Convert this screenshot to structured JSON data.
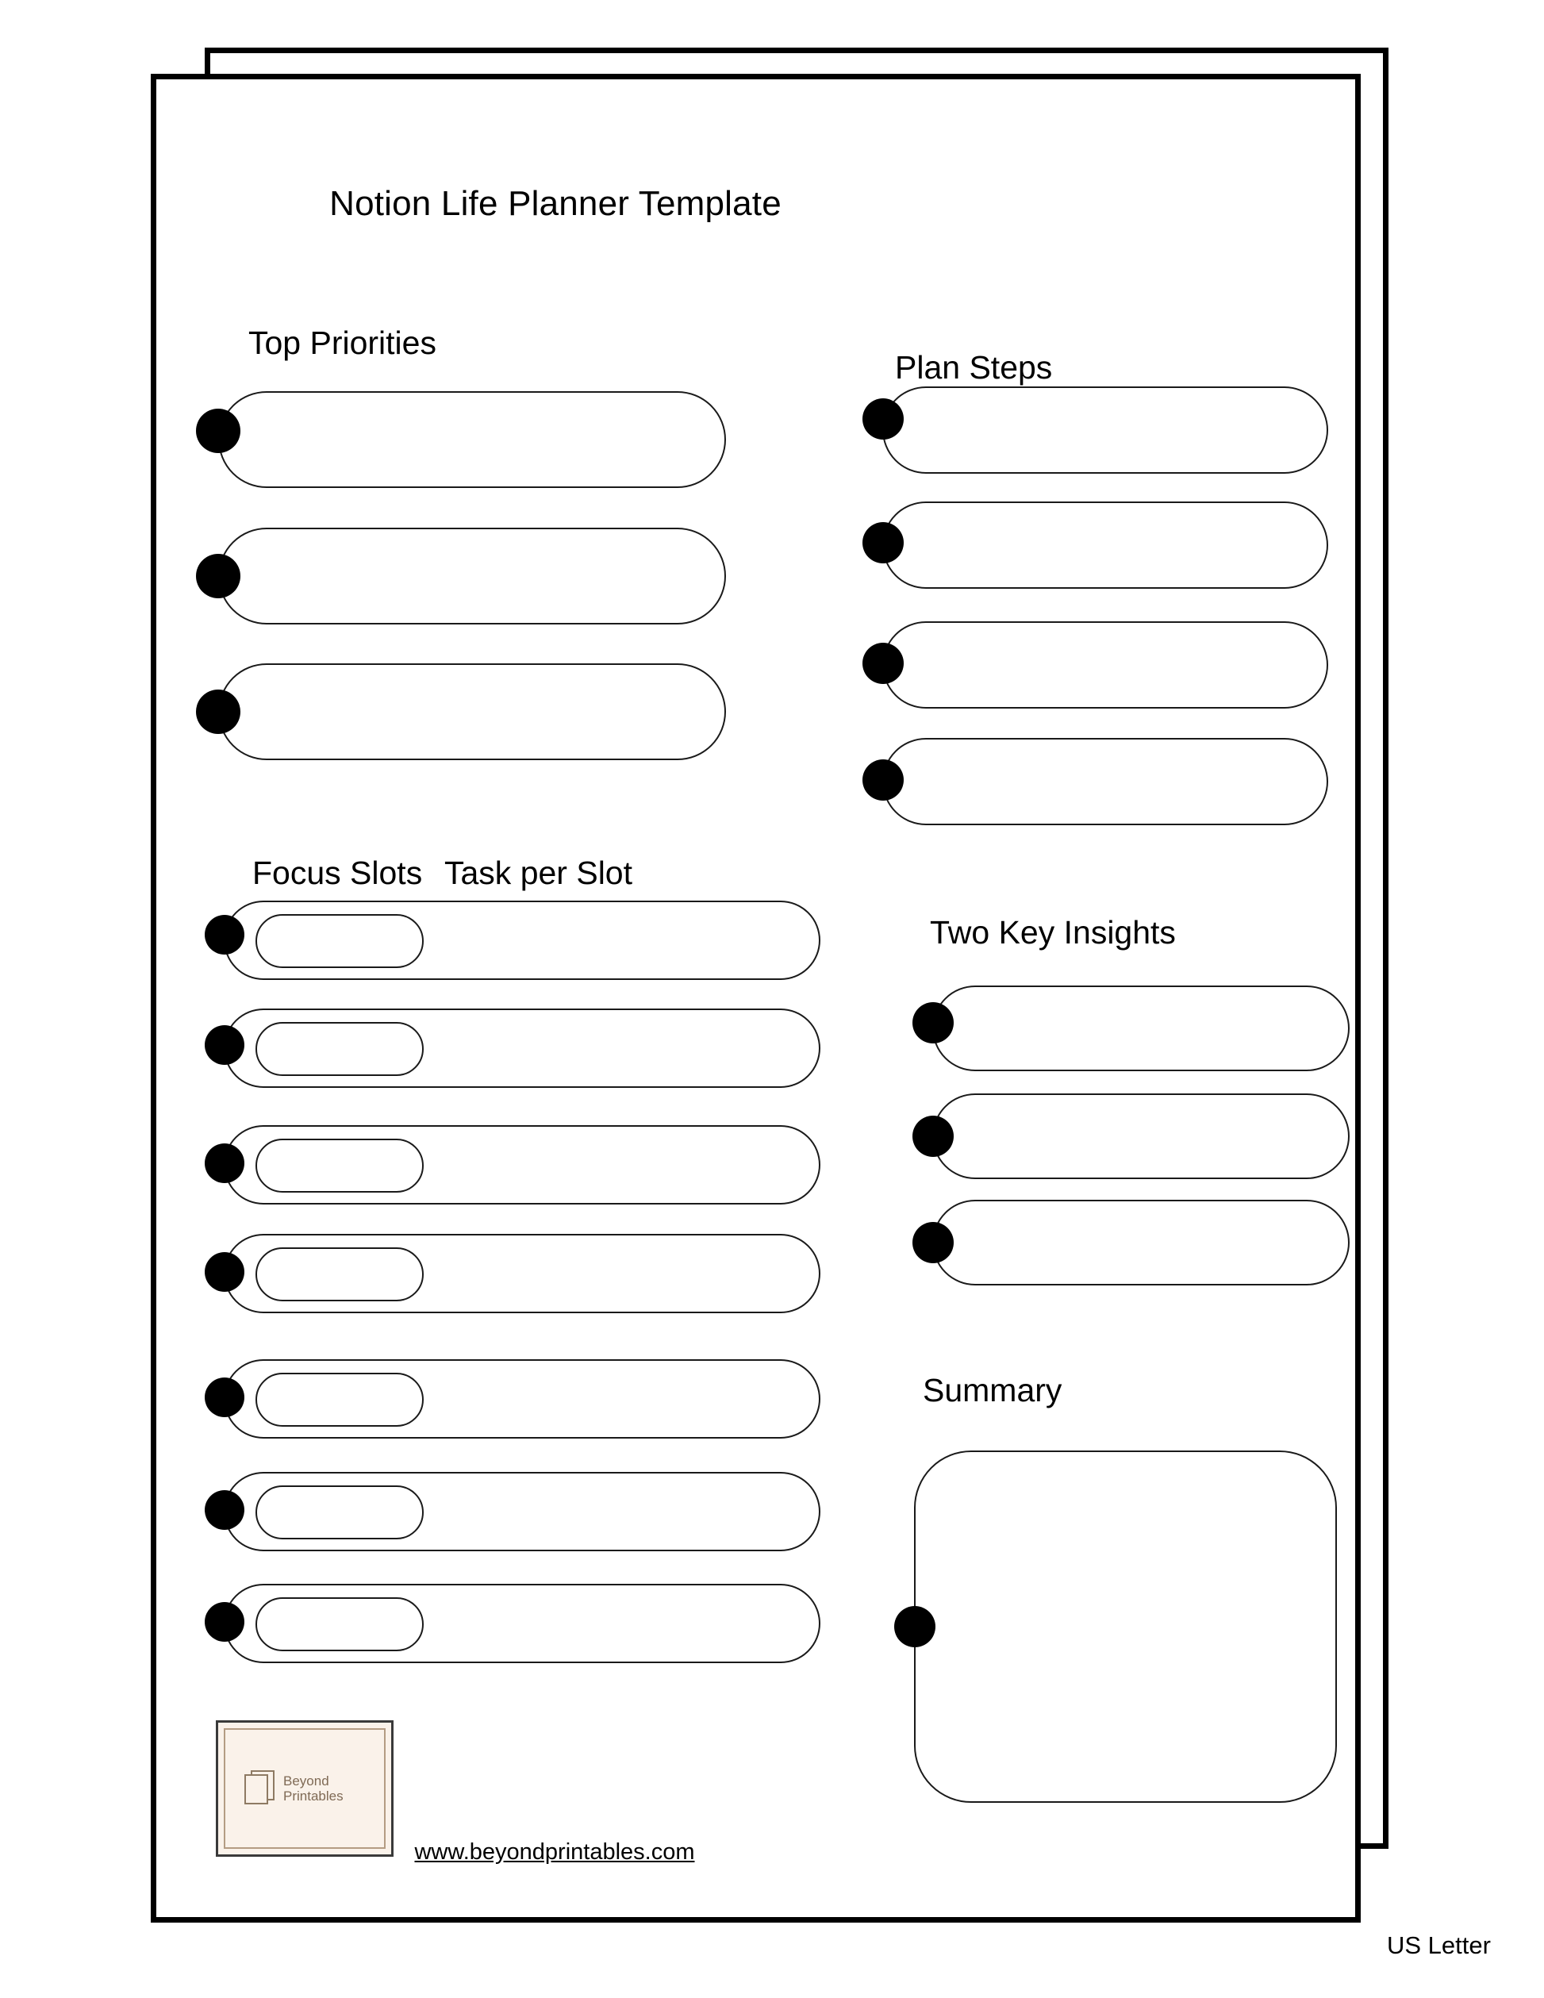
{
  "document": {
    "title": "Notion Life Planner Template",
    "page_size_label": "US Letter",
    "footer_url": "www.beyondprintables.com",
    "ink_color": "#000000",
    "paper_color": "#ffffff"
  },
  "logo": {
    "name": "beyond-printables-logo",
    "line1": "Beyond",
    "line2": "Printables",
    "background_color": "#faf2ea",
    "border_color": "#b49c83",
    "text_color": "#7f6a55",
    "outer_frame_color": "#3a3a3a"
  },
  "sections": [
    {
      "id": "top-priorities",
      "heading": "Top Priorities",
      "column": "left",
      "row_count": 3,
      "has_inner_field": false
    },
    {
      "id": "plan-steps",
      "heading": "Plan Steps",
      "column": "right",
      "row_count": 4,
      "has_inner_field": false
    },
    {
      "id": "focus-slots",
      "heading": "Focus Slots",
      "secondary_heading": "Task per Slot",
      "column": "left",
      "row_count": 7,
      "has_inner_field": true
    },
    {
      "id": "two-key-insights",
      "heading": "Two Key Insights",
      "column": "right",
      "row_count": 3,
      "has_inner_field": false
    },
    {
      "id": "summary",
      "heading": "Summary",
      "column": "right",
      "row_count": 1,
      "has_inner_field": false
    }
  ],
  "headings": {
    "top_priorities": "Top Priorities",
    "plan_steps": "Plan Steps",
    "focus_slots": "Focus Slots",
    "task_per_slot": "Task per Slot",
    "two_key_insights": "Two Key Insights",
    "summary": "Summary"
  }
}
